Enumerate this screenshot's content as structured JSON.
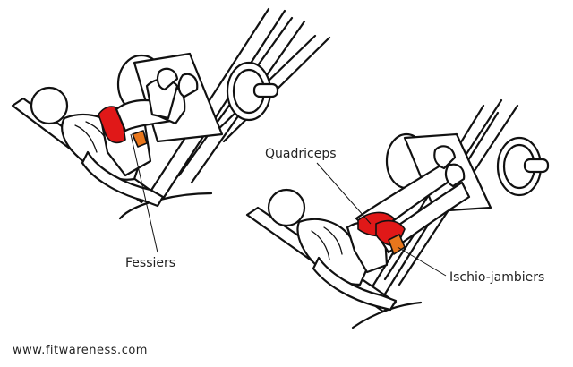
{
  "labels": {
    "gluteus": "Fessiers",
    "quadriceps": "Quadriceps",
    "hamstrings": "Ischio-jambiers"
  },
  "watermark": "www.fitwareness.com",
  "colors": {
    "primary_muscle": "#e01818",
    "secondary_muscle": "#e8761c",
    "outline": "#111111",
    "background": "#ffffff"
  }
}
